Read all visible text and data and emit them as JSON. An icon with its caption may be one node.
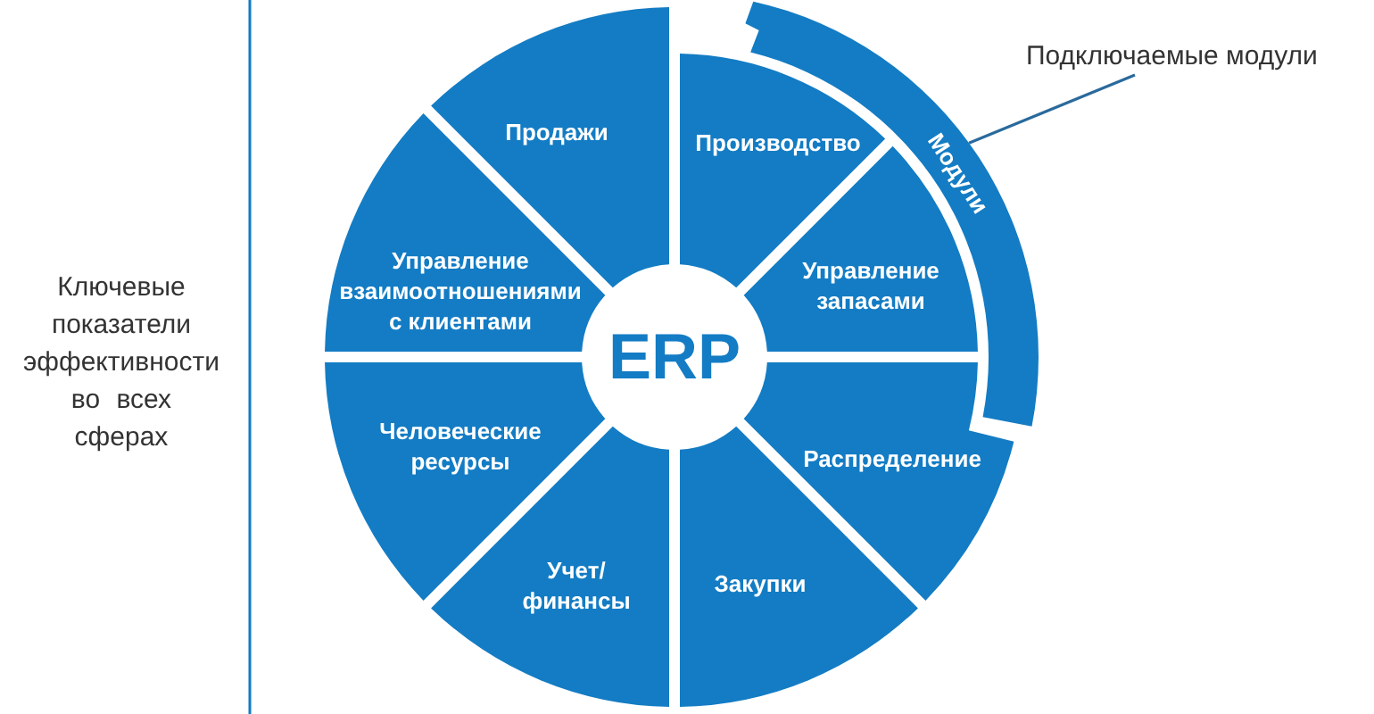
{
  "diagram": {
    "nodes": [
      {
        "text": [
          "Подключаемые модули"
        ]
      },
      {
        "text": [
          "Продажи"
        ]
      },
      {
        "text": [
          "Производство"
        ]
      },
      {
        "text": [
          "Модули"
        ]
      },
      {
        "text": [
          "Управление взаимоотношениями с клиентами"
        ]
      },
      {
        "text": [
          "Управление запасами"
        ]
      },
      {
        "text": [
          "ERP"
        ]
      },
      {
        "text": [
          "Человеческие ресурсы"
        ]
      },
      {
        "text": [
          "Распределение"
        ]
      },
      {
        "text": [
          "Учет/ финансы"
        ]
      },
      {
        "text": [
          "Закупки"
        ]
      }
    ],
    "edges": [
      {
        "from": 0,
        "to": 3,
        "arrow": "none"
      }
    ],
    "labels": [
      "Ключевые показатели эффективности во всех сферах"
    ]
  }
}
